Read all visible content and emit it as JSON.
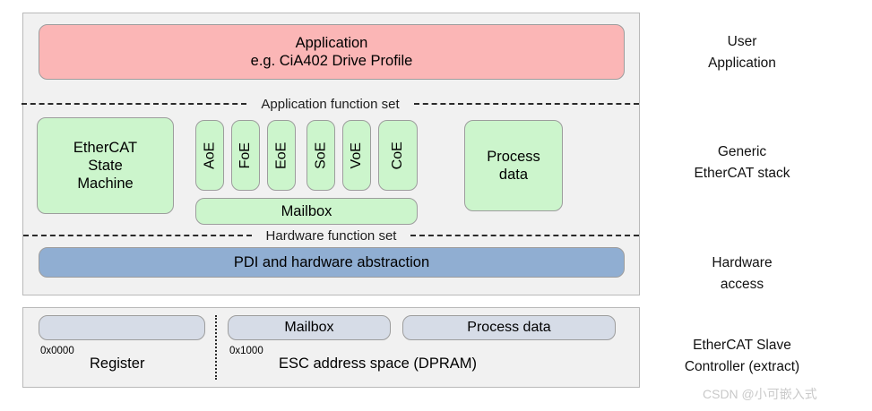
{
  "diagram": {
    "stack_panel": {
      "application": {
        "line1": "Application",
        "line2": "e.g. CiA402 Drive Profile"
      },
      "divider_application": "Application function set",
      "divider_hardware": "Hardware function set",
      "state_machine": {
        "line1": "EtherCAT",
        "line2": "State",
        "line3": "Machine"
      },
      "protocols": [
        {
          "label": "AoE"
        },
        {
          "label": "FoE"
        },
        {
          "label": "EoE"
        },
        {
          "label": "SoE"
        },
        {
          "label": "VoE"
        },
        {
          "label": "CoE"
        }
      ],
      "mailbox": "Mailbox",
      "process_data": {
        "line1": "Process",
        "line2": "data"
      },
      "pdi": "PDI and hardware abstraction"
    },
    "esc_panel": {
      "register_box": "",
      "mailbox_box": "Mailbox",
      "process_data_box": "Process data",
      "address_register": "0x0000",
      "address_mailbox": "0x1000",
      "register_caption": "Register",
      "space_caption": "ESC address space (DPRAM)"
    },
    "side_labels": [
      {
        "line1": "User",
        "line2": "Application"
      },
      {
        "line1": "Generic",
        "line2": "EtherCAT stack"
      },
      {
        "line1": "Hardware",
        "line2": "access"
      },
      {
        "line1": "EtherCAT Slave",
        "line2": "Controller (extract)"
      }
    ],
    "watermark": "CSDN @小可嵌入式"
  },
  "colors": {
    "application_pink": "#fbb6b6",
    "stack_green": "#ccf5cc",
    "hardware_blue": "#90aed2",
    "esc_gray": "#d6dce7",
    "panel_background": "#f1f1f1",
    "panel_border": "#b9b9b9",
    "block_border": "#9d9d9d"
  }
}
